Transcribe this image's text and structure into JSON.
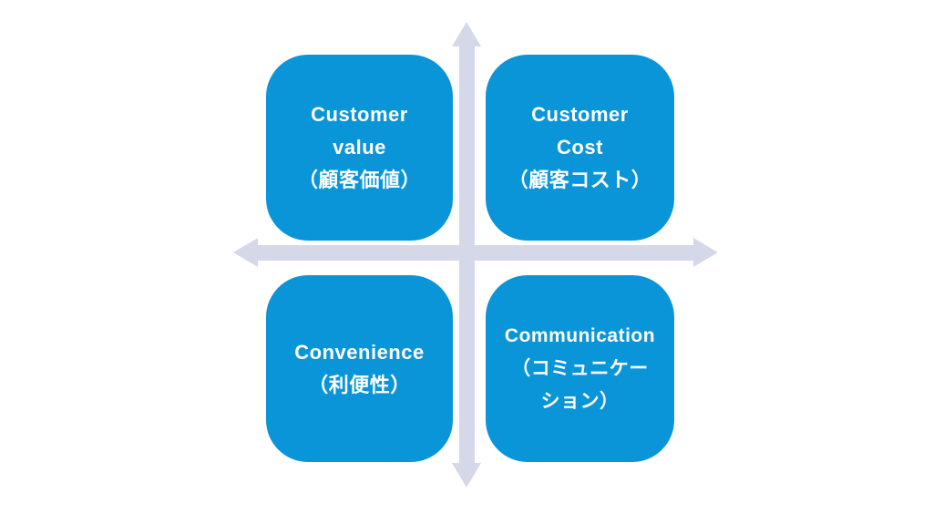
{
  "diagram": {
    "title": "4C marketing framework quadrant chart",
    "colors": {
      "background": "#ffffff",
      "axis": "#d5d8e8",
      "box": "#0a95d8",
      "text": "#ffffff"
    },
    "axes": {
      "vertical_arrow": "double-ended-vertical",
      "horizontal_arrow": "double-ended-horizontal"
    },
    "quadrants": [
      {
        "id": "customer-value",
        "position": "top-left",
        "lines": [
          "Customer",
          "value",
          "（顧客価値）"
        ]
      },
      {
        "id": "customer-cost",
        "position": "top-right",
        "lines": [
          "Customer",
          "Cost",
          "（顧客コスト）"
        ]
      },
      {
        "id": "convenience",
        "position": "bottom-left",
        "lines": [
          "Convenience",
          "（利便性）"
        ]
      },
      {
        "id": "communication",
        "position": "bottom-right",
        "lines": [
          "Communication",
          "（コミュニケー",
          "ション）"
        ]
      }
    ]
  }
}
